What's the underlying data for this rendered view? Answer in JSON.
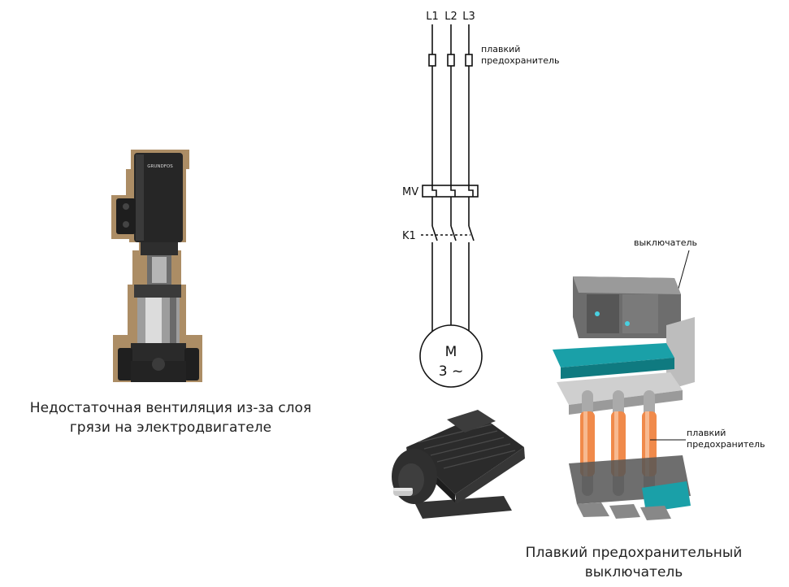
{
  "pump": {
    "caption_line1": "Недостаточная вентиляция из-за слоя",
    "caption_line2": "грязи на электродвигателе",
    "brand_text": "GRUNDFOS"
  },
  "schematic": {
    "phase_labels": [
      "L1",
      "L2",
      "L3"
    ],
    "fuse_label_line1": "плавкий",
    "fuse_label_line2": "предохранитель",
    "mv_label": "MV",
    "k1_label": "K1",
    "motor_label_line1": "M",
    "motor_label_line2": "3 ~"
  },
  "switch_unit": {
    "switch_label": "выключатель",
    "fuse_label_line1": "плавкий",
    "fuse_label_line2": "предохранитель",
    "caption_line1": "Плавкий предохранительный",
    "caption_line2": "выключатель"
  },
  "colors": {
    "dirt": "#a8875d",
    "motor_dark": "#2b2b2b",
    "fuse_orange": "#f08a4b",
    "teal": "#1aa0a8"
  }
}
